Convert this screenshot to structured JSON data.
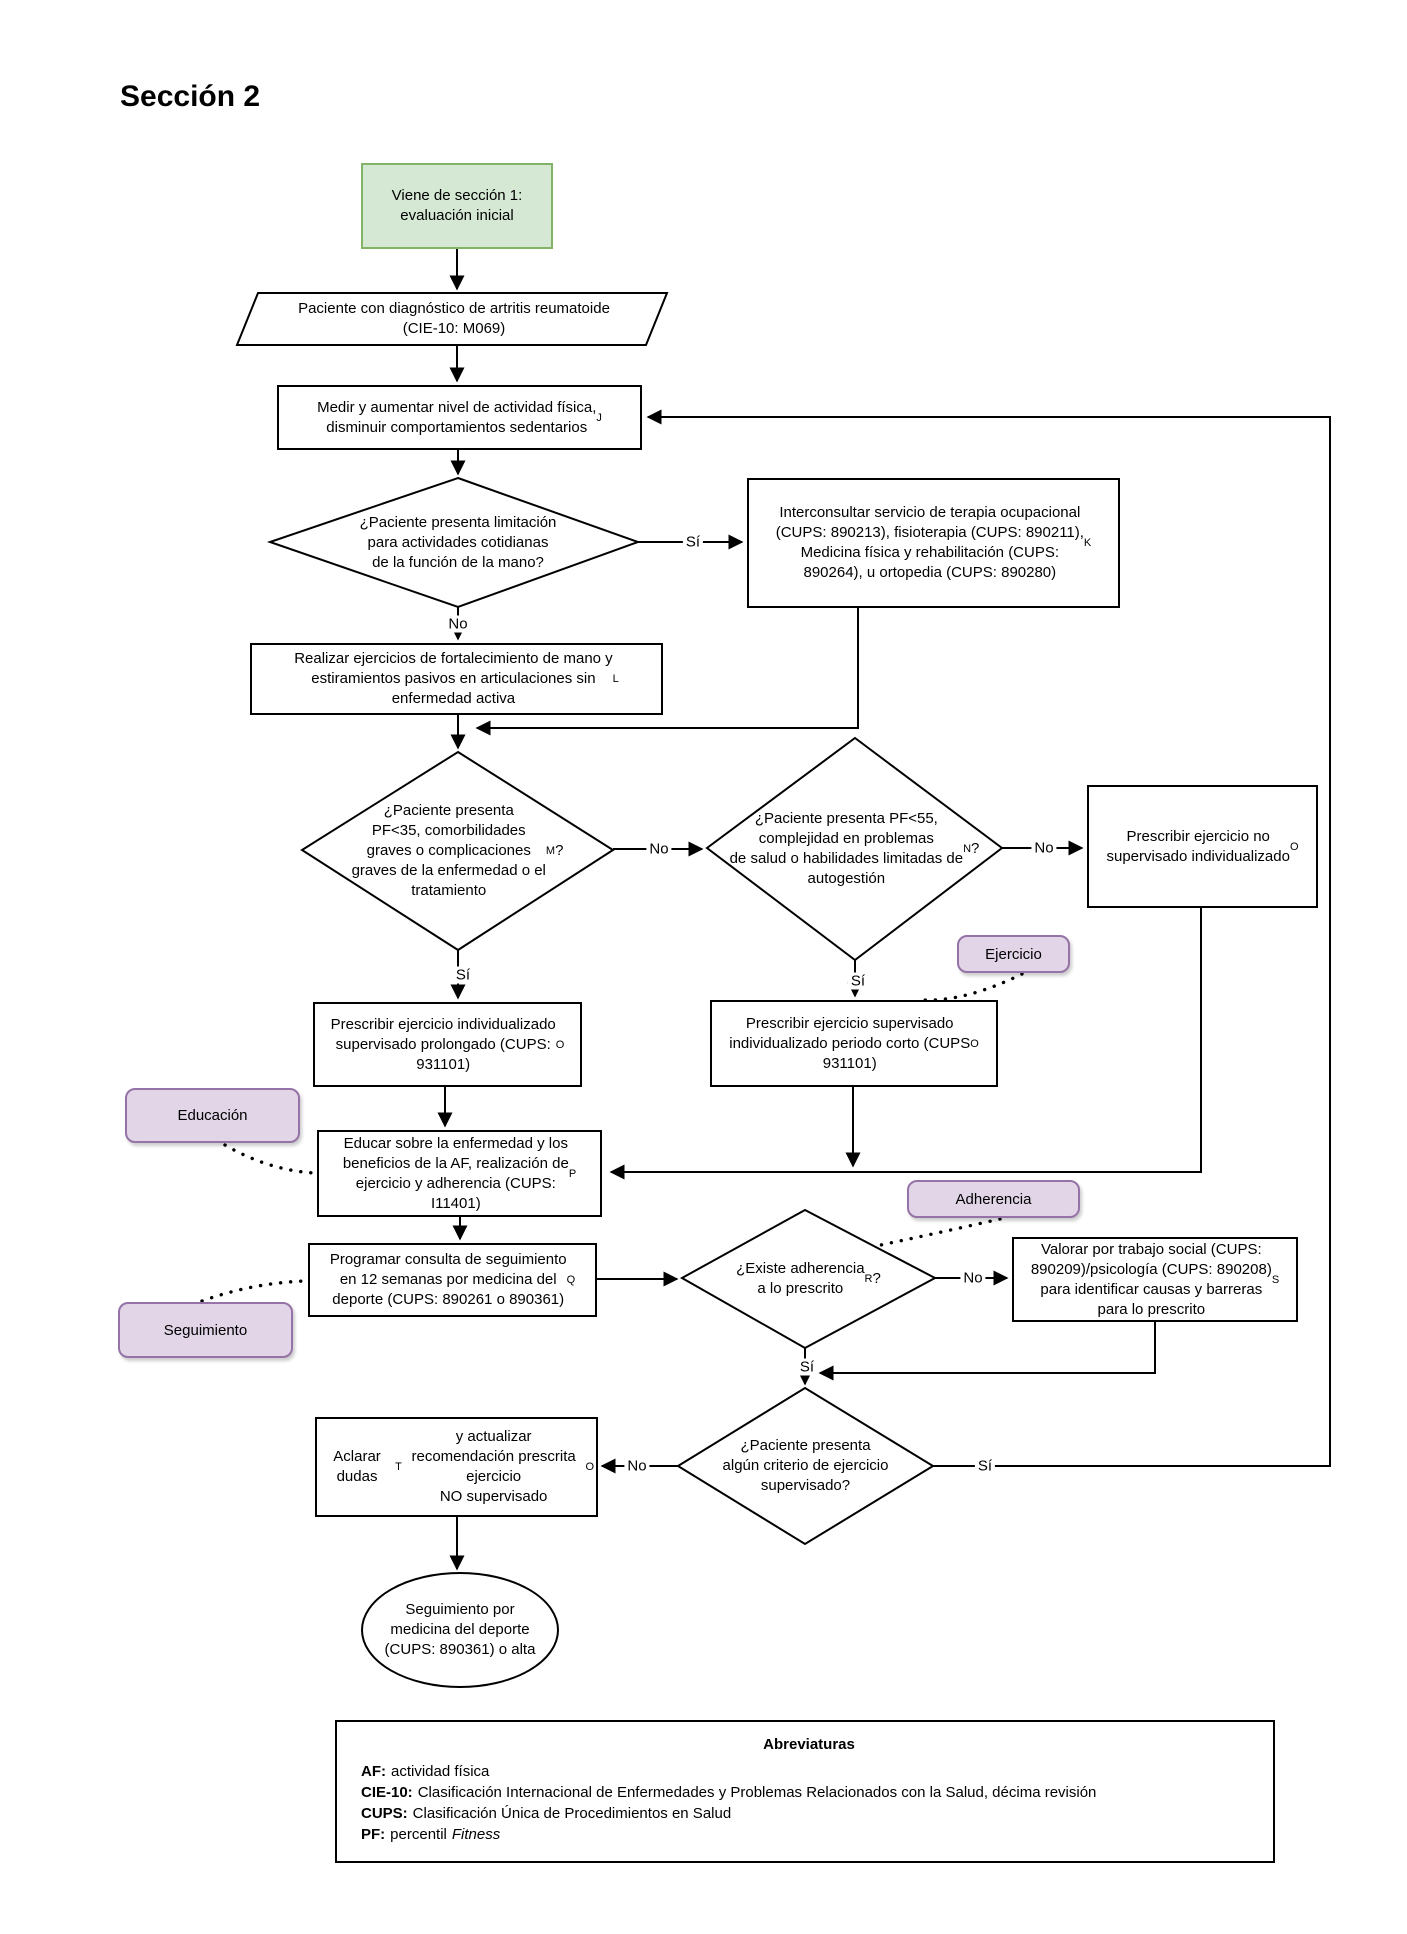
{
  "title": "Sección 2",
  "colors": {
    "start_fill": "#d5e8d4",
    "start_border": "#82b366",
    "badge_fill": "#e1d5e7",
    "badge_border": "#9673a6",
    "line": "#000000"
  },
  "nodes": {
    "start": "Viene de sección 1:\nevaluación inicial",
    "patient": "Paciente con diagnóstico de artritis reumatoide\n(CIE-10: M069)",
    "medir": "Medir y aumentar nivel de actividad física,\ndisminuir comportamientos sedentarios{J}",
    "mano_q": "¿Paciente presenta limitación\npara actividades cotidianas\nde la función de la mano?",
    "interconsultar": "Interconsultar servicio de terapia ocupacional\n(CUPS: 890213), fisioterapia (CUPS: 890211),\nMedicina física y rehabilitación (CUPS:\n890264), u ortopedia (CUPS: 890280){K}",
    "realizar": "Realizar ejercicios de fortalecimiento de mano y\nestiramientos pasivos en articulaciones sin\nenfermedad activa{L}",
    "pf35_q": "¿Paciente presenta\nPF<35, comorbilidades\ngraves o complicaciones\ngraves de la enfermedad o el\ntratamiento{M}?",
    "pf55_q": "¿Paciente presenta PF<55,\ncomplejidad en problemas\nde salud o habilidades limitadas de\nautogestión{N}?",
    "no_supervisado": "Prescribir ejercicio no\nsupervisado individualizado{O}",
    "prolongado": "Prescribir ejercicio individualizado\nsupervisado prolongado (CUPS:\n931101){O}",
    "corto": "Prescribir ejercicio supervisado\nindividualizado periodo corto (CUPS\n931101){O}",
    "educar": "Educar sobre la enfermedad y los\nbeneficios de la AF, realización de\nejercicio y adherencia (CUPS:\nI11401){P}",
    "programar": "Programar consulta de seguimiento\nen 12 semanas por medicina del\ndeporte (CUPS: 890261 o 890361){Q}",
    "adherencia_q": "¿Existe adherencia\na lo prescrito{R}?",
    "valorar": "Valorar por trabajo social (CUPS:\n890209)/psicología (CUPS: 890208)\npara identificar causas y barreras\npara lo prescrito{S}",
    "criterio_q": "¿Paciente presenta\nalgún criterio de ejercicio\nsupervisado?",
    "aclarar": "Aclarar dudas{T} y actualizar\nrecomendación prescrita ejercicio\nNO supervisado{O}",
    "fin": "Seguimiento por\nmedicina del deporte\n(CUPS: 890361) o alta"
  },
  "badges": {
    "ejercicio": "Ejercicio",
    "educacion": "Educación",
    "seguimiento": "Seguimiento",
    "adherencia": "Adherencia"
  },
  "edge_labels": {
    "mano_si": "Sí",
    "mano_no": "No",
    "pf35_no": "No",
    "pf35_si": "Sí",
    "pf55_no": "No",
    "pf55_si": "Sí",
    "adherencia_no": "No",
    "adherencia_si": "Sí",
    "criterio_no": "No",
    "criterio_si": "Sí"
  },
  "abbreviations": {
    "title": "Abreviaturas",
    "items": [
      {
        "term": "AF:",
        "def": "actividad física"
      },
      {
        "term": "CIE-10:",
        "def": "Clasificación Internacional de Enfermedades y Problemas Relacionados con la Salud, décima revisión"
      },
      {
        "term": "CUPS:",
        "def": "Clasificación Única de Procedimientos en Salud"
      },
      {
        "term": "PF:",
        "def": "percentil",
        "italic": "Fitness"
      }
    ]
  }
}
